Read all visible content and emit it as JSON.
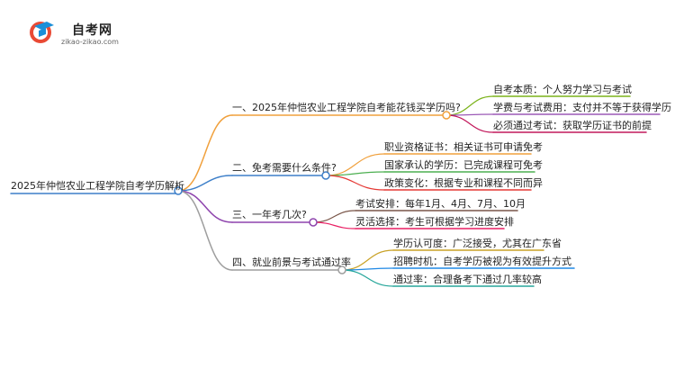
{
  "header": {
    "site_name": "自考网",
    "site_url": "zikao-zikao.com"
  },
  "mindmap": {
    "root": "2025年仲恺农业工程学院自考学历解析",
    "branches": [
      {
        "label": "一、2025年仲恺农业工程学院自考能花钱买学历吗?",
        "color": "#f0a03c",
        "children": [
          {
            "label": "自考本质：个人努力学习与考试",
            "color": "#7bb31a"
          },
          {
            "label": "学费与考试费用：支付并不等于获得学历",
            "color": "#9b59b6"
          },
          {
            "label": "必须通过考试：获取学历证书的前提",
            "color": "#c2185b"
          }
        ]
      },
      {
        "label": "二、免考需要什么条件?",
        "color": "#3d7fc9",
        "children": [
          {
            "label": "职业资格证书：相关证书可申请免考",
            "color": "#f0a03c"
          },
          {
            "label": "国家承认的学历：已完成课程可免考",
            "color": "#4caf50"
          },
          {
            "label": "政策变化：根据专业和课程不同而异",
            "color": "#e53935"
          }
        ]
      },
      {
        "label": "三、一年考几次?",
        "color": "#8e44ad",
        "children": [
          {
            "label": "考试安排：每年1月、4月、7月、10月",
            "color": "#795548"
          },
          {
            "label": "灵活选择：考生可根据学习进度安排",
            "color": "#e91e63"
          }
        ]
      },
      {
        "label": "四、就业前景与考试通过率",
        "color": "#9e9e9e",
        "children": [
          {
            "label": "学历认可度：广泛接受，尤其在广东省",
            "color": "#c9a227"
          },
          {
            "label": "招聘时机：自考学历被视为有效提升方式",
            "color": "#1e88e5"
          },
          {
            "label": "通过率：合理备考下通过几率较高",
            "color": "#26a69a"
          }
        ]
      }
    ]
  }
}
